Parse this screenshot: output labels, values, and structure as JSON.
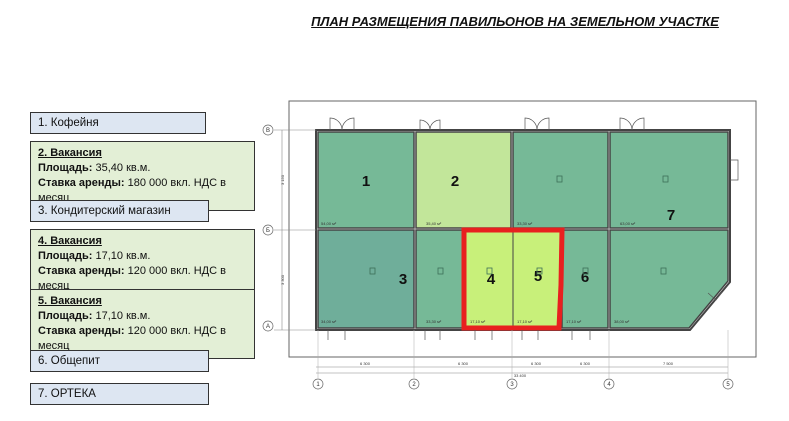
{
  "title": "ПЛАН РАЗМЕЩЕНИЯ ПАВИЛЬОНОВ НА ЗЕМЕЛЬНОМ УЧАСТКЕ",
  "legend": {
    "item1": "1. Кофейня",
    "item2": {
      "head": "2. Вакансия",
      "area_label": "Площадь:",
      "area": "35,40 кв.м.",
      "rent_label": "Ставка аренды:",
      "rent": "180 000 вкл. НДС в месяц"
    },
    "item3": "3. Кондитерский магазин",
    "item4": {
      "head": "4. Вакансия",
      "area_label": "Площадь:",
      "area": "17,10 кв.м.",
      "rent_label": "Ставка аренды:",
      "rent": "120 000 вкл. НДС в месяц"
    },
    "item5": {
      "head": "5. Вакансия",
      "area_label": "Площадь:",
      "area": "17,10 кв.м.",
      "rent_label": "Ставка аренды:",
      "rent": "120 000 вкл. НДС в месяц"
    },
    "item6": "6. Общепит",
    "item7": "7. ОРТЕКА"
  },
  "plan": {
    "rooms": {
      "r1": "1",
      "r2": "2",
      "r3": "3",
      "r4": "4",
      "r5": "5",
      "r6": "6",
      "r7": "7"
    },
    "areas": {
      "a1": "54,00 м²",
      "a2": "35,40 м²",
      "a3": "33,30 м²",
      "a7": "63,00 м²",
      "b3": "34,00 м²",
      "b3b": "33,30 м²",
      "b4": "17,10 м²",
      "b5": "17,10 м²",
      "b6": "17,10 м²",
      "b7": "38,00 м²"
    },
    "axes_bottom": [
      "1",
      "2",
      "3",
      "4",
      "5"
    ],
    "axes_left": [
      "В",
      "Б",
      "А"
    ],
    "dims_bottom": [
      "6 300",
      "6 300",
      "6 300",
      "6 300",
      "7 500"
    ],
    "dim_total": "33 400",
    "dims_left": [
      "3 150",
      "3 300"
    ]
  },
  "colors": {
    "green_room": "#76b997",
    "light_green": "#c2e69a",
    "vacancy_green": "#c8f07a",
    "teal_room": "#6fae9a",
    "highlight": "#e8201f",
    "legend_blue": "#dde6f2",
    "legend_green": "#e3efd6"
  }
}
